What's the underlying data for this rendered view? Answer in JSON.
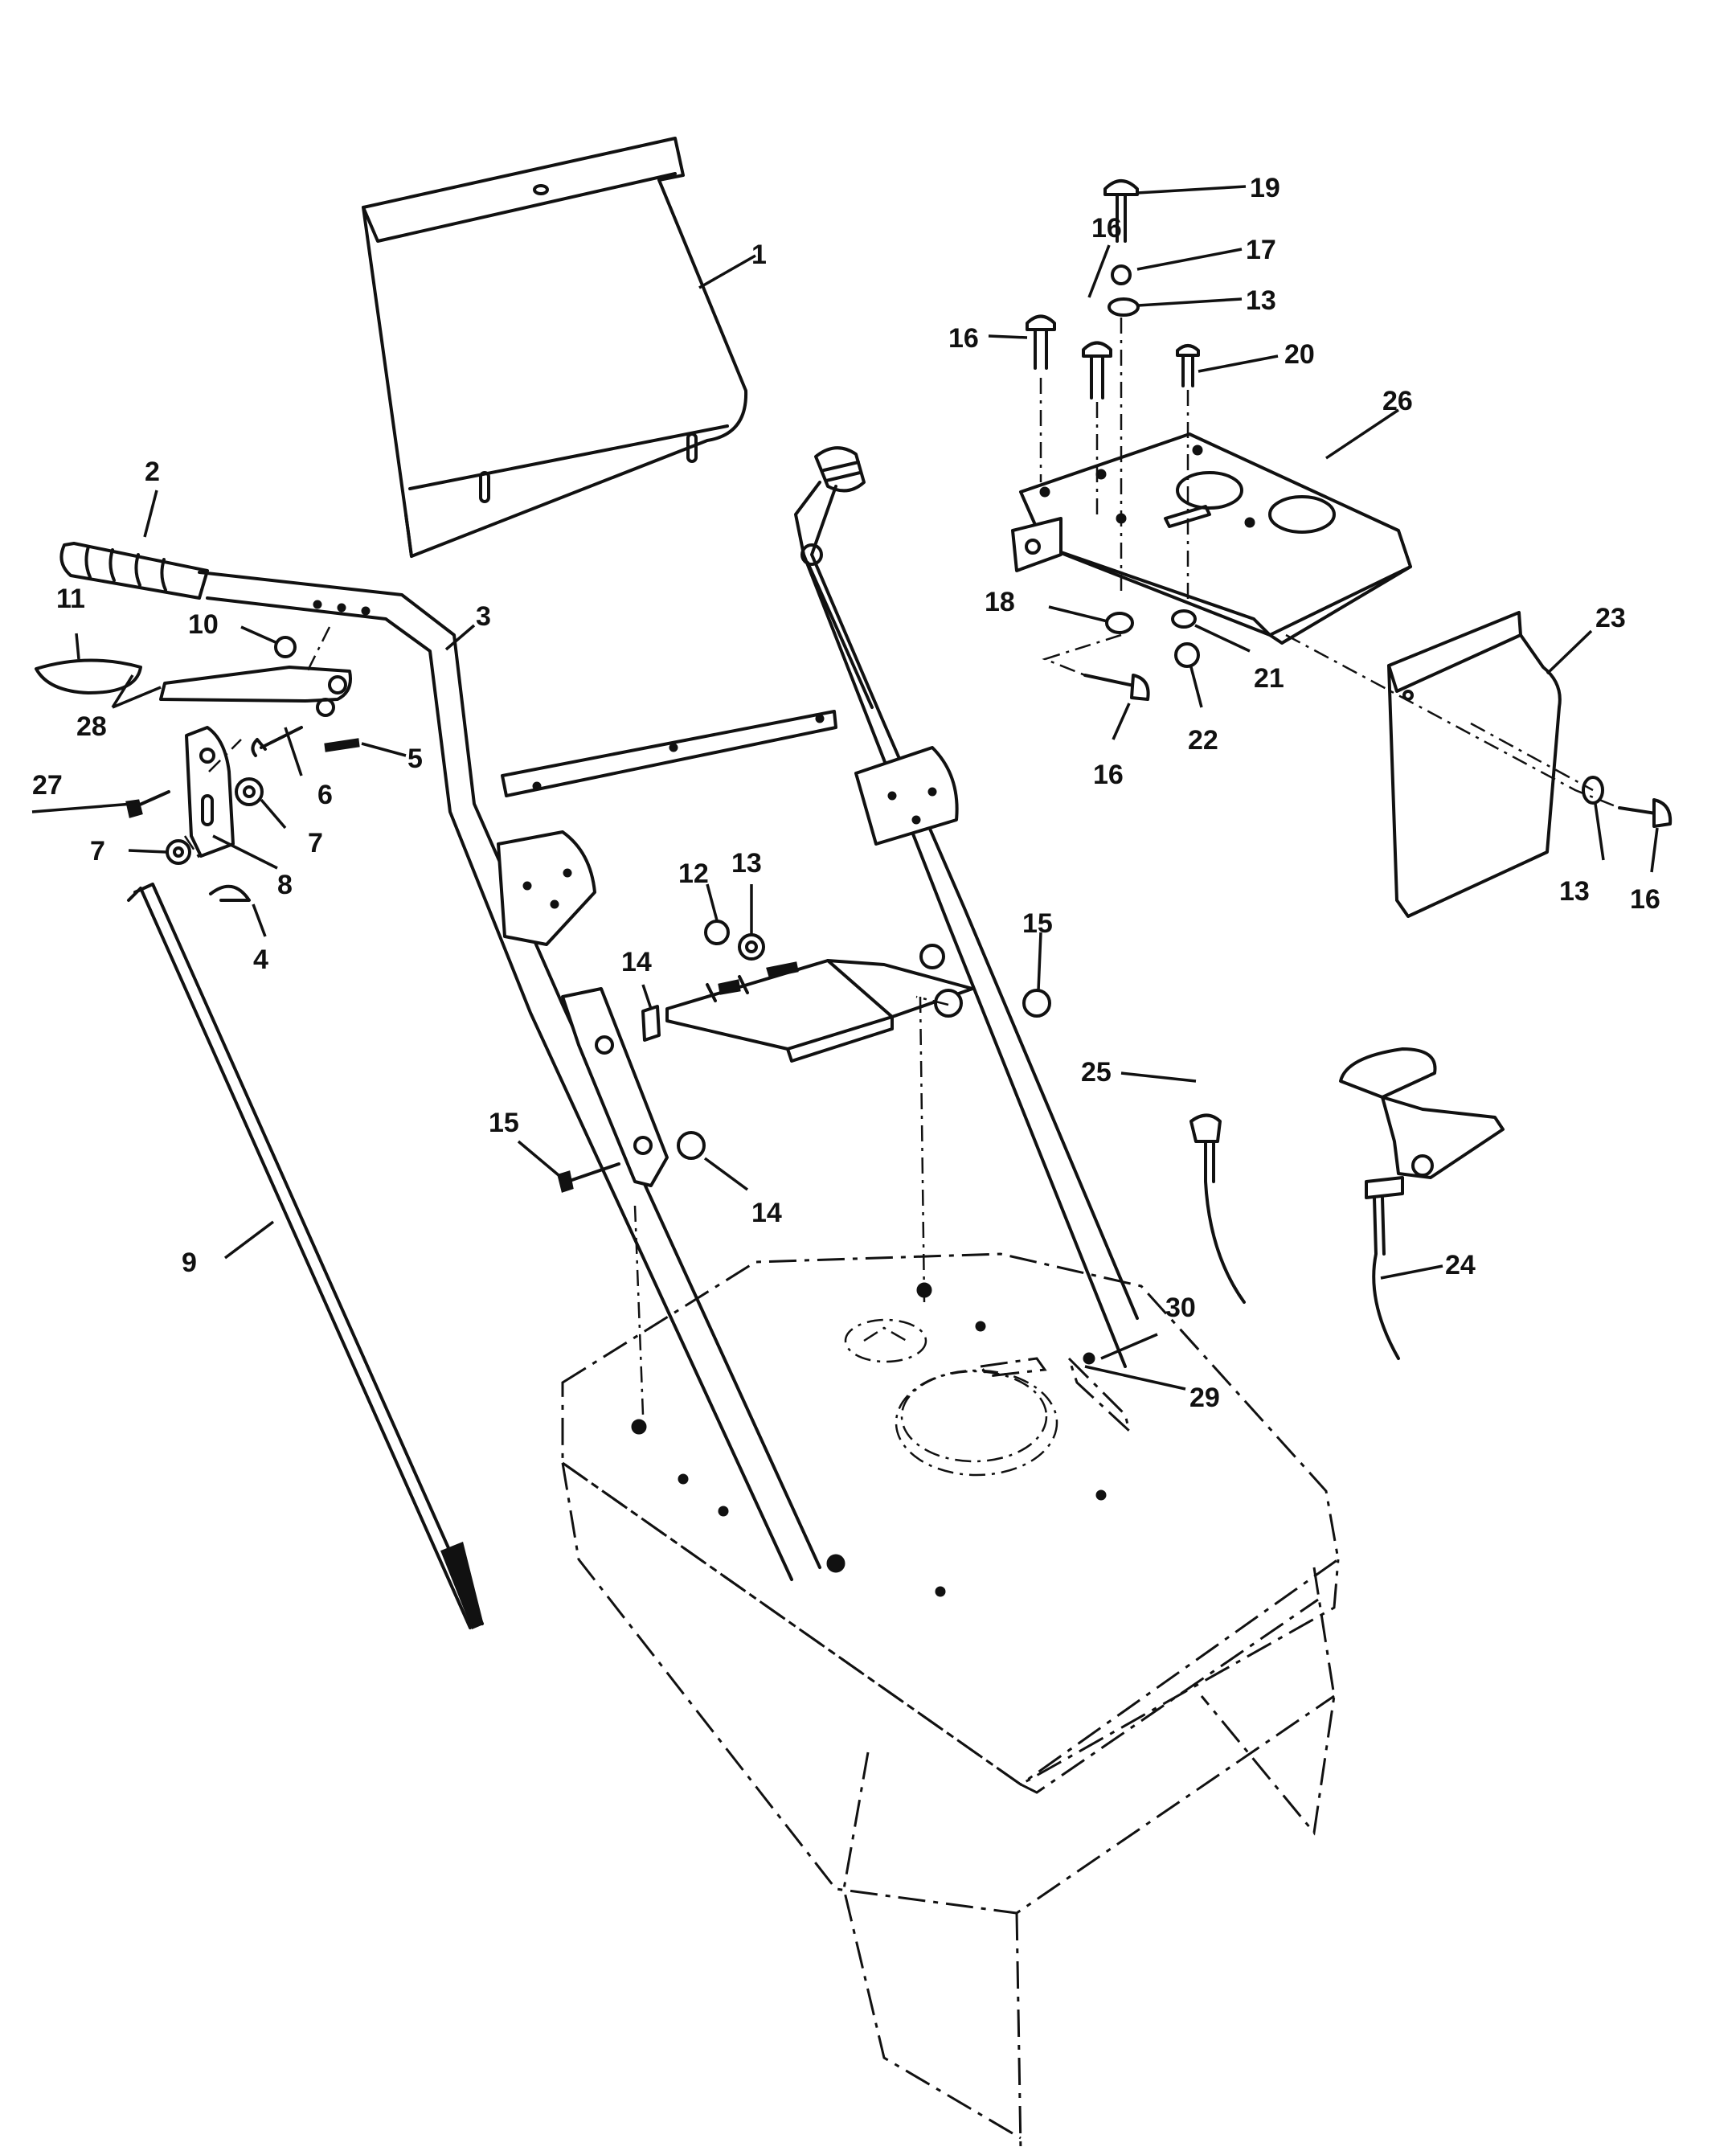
{
  "callouts": {
    "c1": "1",
    "c2": "2",
    "c3": "3",
    "c4": "4",
    "c5": "5",
    "c6": "6",
    "c7a": "7",
    "c7b": "7",
    "c8": "8",
    "c9": "9",
    "c10": "10",
    "c11": "11",
    "c12": "12",
    "c13a": "13",
    "c13b": "13",
    "c13c": "13",
    "c14a": "14",
    "c14b": "14",
    "c15a": "15",
    "c15b": "15",
    "c16a": "16",
    "c16b": "16",
    "c16c": "16",
    "c16d": "16",
    "c17": "17",
    "c18": "18",
    "c19": "19",
    "c20": "20",
    "c21": "21",
    "c22": "22",
    "c23": "23",
    "c24": "24",
    "c25": "25",
    "c26": "26",
    "c27": "27",
    "c28": "28",
    "c29": "29",
    "c30": "30"
  }
}
